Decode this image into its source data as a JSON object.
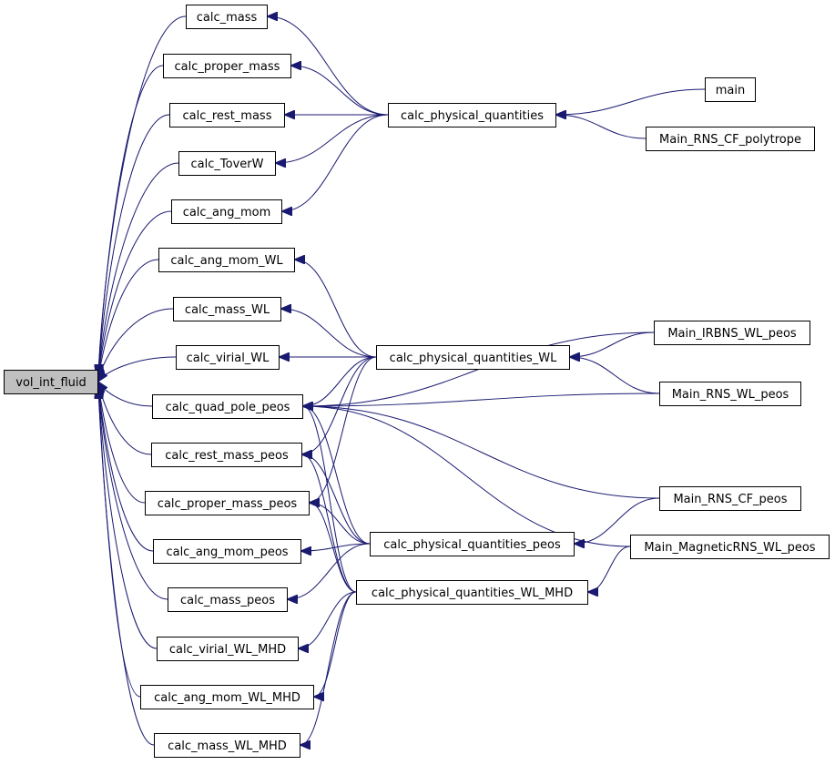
{
  "nodes": [
    {
      "id": "vol_int_fluid",
      "label": "vol_int_fluid",
      "focus": true
    },
    {
      "id": "calc_mass",
      "label": "calc_mass"
    },
    {
      "id": "calc_proper_mass",
      "label": "calc_proper_mass"
    },
    {
      "id": "calc_rest_mass",
      "label": "calc_rest_mass"
    },
    {
      "id": "calc_ToverW",
      "label": "calc_ToverW"
    },
    {
      "id": "calc_ang_mom",
      "label": "calc_ang_mom"
    },
    {
      "id": "calc_ang_mom_WL",
      "label": "calc_ang_mom_WL"
    },
    {
      "id": "calc_mass_WL",
      "label": "calc_mass_WL"
    },
    {
      "id": "calc_virial_WL",
      "label": "calc_virial_WL"
    },
    {
      "id": "calc_quad_pole_peos",
      "label": "calc_quad_pole_peos"
    },
    {
      "id": "calc_rest_mass_peos",
      "label": "calc_rest_mass_peos"
    },
    {
      "id": "calc_proper_mass_peos",
      "label": "calc_proper_mass_peos"
    },
    {
      "id": "calc_ang_mom_peos",
      "label": "calc_ang_mom_peos"
    },
    {
      "id": "calc_mass_peos",
      "label": "calc_mass_peos"
    },
    {
      "id": "calc_virial_WL_MHD",
      "label": "calc_virial_WL_MHD"
    },
    {
      "id": "calc_ang_mom_WL_MHD",
      "label": "calc_ang_mom_WL_MHD"
    },
    {
      "id": "calc_mass_WL_MHD",
      "label": "calc_mass_WL_MHD"
    },
    {
      "id": "calc_physical_quantities",
      "label": "calc_physical_quantities"
    },
    {
      "id": "calc_physical_quantities_WL",
      "label": "calc_physical_quantities_WL"
    },
    {
      "id": "calc_physical_quantities_peos",
      "label": "calc_physical_quantities_peos"
    },
    {
      "id": "calc_physical_quantities_WL_MHD",
      "label": "calc_physical_quantities_WL_MHD"
    },
    {
      "id": "main",
      "label": "main"
    },
    {
      "id": "Main_RNS_CF_polytrope",
      "label": "Main_RNS_CF_polytrope"
    },
    {
      "id": "Main_IRBNS_WL_peos",
      "label": "Main_IRBNS_WL_peos"
    },
    {
      "id": "Main_RNS_WL_peos",
      "label": "Main_RNS_WL_peos"
    },
    {
      "id": "Main_RNS_CF_peos",
      "label": "Main_RNS_CF_peos"
    },
    {
      "id": "Main_MagneticRNS_WL_peos",
      "label": "Main_MagneticRNS_WL_peos"
    }
  ],
  "edges": [
    {
      "from": "calc_mass",
      "to": "vol_int_fluid"
    },
    {
      "from": "calc_proper_mass",
      "to": "vol_int_fluid"
    },
    {
      "from": "calc_rest_mass",
      "to": "vol_int_fluid"
    },
    {
      "from": "calc_ToverW",
      "to": "vol_int_fluid"
    },
    {
      "from": "calc_ang_mom",
      "to": "vol_int_fluid"
    },
    {
      "from": "calc_ang_mom_WL",
      "to": "vol_int_fluid"
    },
    {
      "from": "calc_mass_WL",
      "to": "vol_int_fluid"
    },
    {
      "from": "calc_virial_WL",
      "to": "vol_int_fluid"
    },
    {
      "from": "calc_quad_pole_peos",
      "to": "vol_int_fluid"
    },
    {
      "from": "calc_rest_mass_peos",
      "to": "vol_int_fluid"
    },
    {
      "from": "calc_proper_mass_peos",
      "to": "vol_int_fluid"
    },
    {
      "from": "calc_ang_mom_peos",
      "to": "vol_int_fluid"
    },
    {
      "from": "calc_mass_peos",
      "to": "vol_int_fluid"
    },
    {
      "from": "calc_virial_WL_MHD",
      "to": "vol_int_fluid"
    },
    {
      "from": "calc_ang_mom_WL_MHD",
      "to": "vol_int_fluid"
    },
    {
      "from": "calc_mass_WL_MHD",
      "to": "vol_int_fluid"
    },
    {
      "from": "calc_physical_quantities",
      "to": "calc_mass"
    },
    {
      "from": "calc_physical_quantities",
      "to": "calc_proper_mass"
    },
    {
      "from": "calc_physical_quantities",
      "to": "calc_rest_mass"
    },
    {
      "from": "calc_physical_quantities",
      "to": "calc_ToverW"
    },
    {
      "from": "calc_physical_quantities",
      "to": "calc_ang_mom"
    },
    {
      "from": "main",
      "to": "calc_physical_quantities"
    },
    {
      "from": "Main_RNS_CF_polytrope",
      "to": "calc_physical_quantities"
    },
    {
      "from": "calc_physical_quantities_WL",
      "to": "calc_ang_mom_WL"
    },
    {
      "from": "calc_physical_quantities_WL",
      "to": "calc_mass_WL"
    },
    {
      "from": "calc_physical_quantities_WL",
      "to": "calc_virial_WL"
    },
    {
      "from": "calc_physical_quantities_WL",
      "to": "calc_quad_pole_peos"
    },
    {
      "from": "calc_physical_quantities_WL",
      "to": "calc_rest_mass_peos"
    },
    {
      "from": "calc_physical_quantities_WL",
      "to": "calc_proper_mass_peos"
    },
    {
      "from": "Main_IRBNS_WL_peos",
      "to": "calc_physical_quantities_WL"
    },
    {
      "from": "Main_RNS_WL_peos",
      "to": "calc_physical_quantities_WL"
    },
    {
      "from": "Main_IRBNS_WL_peos",
      "to": "calc_quad_pole_peos"
    },
    {
      "from": "Main_RNS_WL_peos",
      "to": "calc_quad_pole_peos"
    },
    {
      "from": "Main_RNS_CF_peos",
      "to": "calc_quad_pole_peos"
    },
    {
      "from": "Main_MagneticRNS_WL_peos",
      "to": "calc_quad_pole_peos"
    },
    {
      "from": "calc_physical_quantities_peos",
      "to": "calc_quad_pole_peos"
    },
    {
      "from": "calc_physical_quantities_peos",
      "to": "calc_rest_mass_peos"
    },
    {
      "from": "calc_physical_quantities_peos",
      "to": "calc_proper_mass_peos"
    },
    {
      "from": "calc_physical_quantities_peos",
      "to": "calc_ang_mom_peos"
    },
    {
      "from": "calc_physical_quantities_peos",
      "to": "calc_mass_peos"
    },
    {
      "from": "Main_RNS_CF_peos",
      "to": "calc_physical_quantities_peos"
    },
    {
      "from": "calc_physical_quantities_WL_MHD",
      "to": "calc_quad_pole_peos"
    },
    {
      "from": "calc_physical_quantities_WL_MHD",
      "to": "calc_rest_mass_peos"
    },
    {
      "from": "calc_physical_quantities_WL_MHD",
      "to": "calc_proper_mass_peos"
    },
    {
      "from": "calc_physical_quantities_WL_MHD",
      "to": "calc_virial_WL_MHD"
    },
    {
      "from": "calc_physical_quantities_WL_MHD",
      "to": "calc_ang_mom_WL_MHD"
    },
    {
      "from": "calc_physical_quantities_WL_MHD",
      "to": "calc_mass_WL_MHD"
    },
    {
      "from": "Main_MagneticRNS_WL_peos",
      "to": "calc_physical_quantities_WL_MHD"
    }
  ]
}
